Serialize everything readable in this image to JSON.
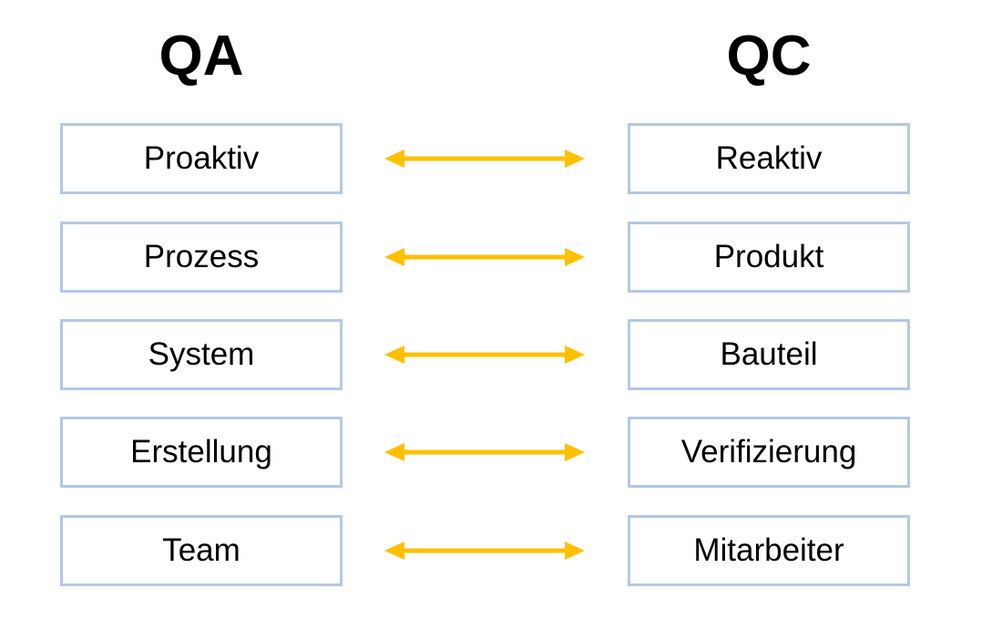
{
  "headings": {
    "left": "QA",
    "right": "QC"
  },
  "rows": [
    {
      "left": "Proaktiv",
      "right": "Reaktiv"
    },
    {
      "left": "Prozess",
      "right": "Produkt"
    },
    {
      "left": "System",
      "right": "Bauteil"
    },
    {
      "left": "Erstellung",
      "right": "Verifizierung"
    },
    {
      "left": "Team",
      "right": "Mitarbeiter"
    }
  ],
  "colors": {
    "box_border": "#b4c7e7",
    "arrow": "#ffc000",
    "text": "#000000"
  },
  "icons": {
    "connector": "double-arrow-icon"
  }
}
